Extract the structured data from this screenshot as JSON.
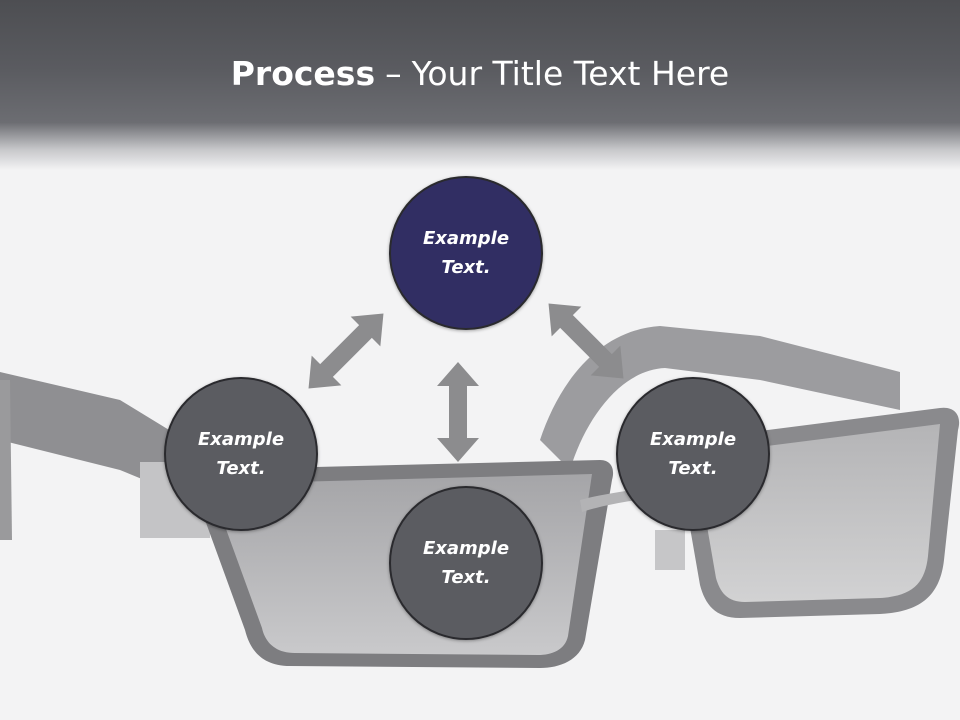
{
  "title": {
    "bold": "Process",
    "separator": "–",
    "rest": "Your Title Text Here"
  },
  "nodes": {
    "top": {
      "line1": "Example",
      "line2": "Text.",
      "color": "#312e63"
    },
    "left": {
      "line1": "Example",
      "line2": "Text.",
      "color": "#5b5c61"
    },
    "right": {
      "line1": "Example",
      "line2": "Text.",
      "color": "#5b5c61"
    },
    "bottom": {
      "line1": "Example",
      "line2": "Text.",
      "color": "#5b5c61"
    }
  },
  "arrow_color": "#8c8c8e",
  "background": {
    "description_icon": "eyeglasses-photo",
    "header_color": "#4d4e52"
  }
}
